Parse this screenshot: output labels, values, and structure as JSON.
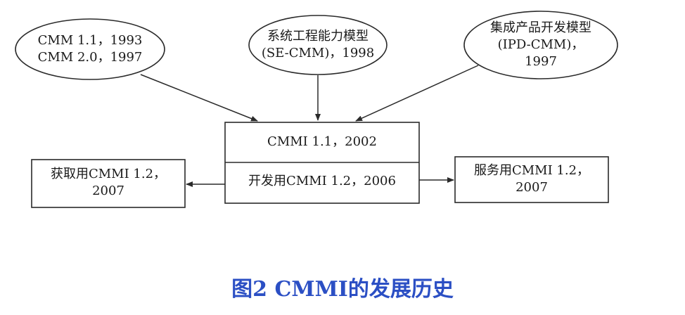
{
  "diagram": {
    "sources": [
      {
        "id": "cmm",
        "lines": [
          "CMM 1.1，1993",
          "CMM 2.0，1997"
        ]
      },
      {
        "id": "se-cmm",
        "lines": [
          "系统工程能力模型",
          "(SE-CMM)，1998"
        ]
      },
      {
        "id": "ipd-cmm",
        "lines": [
          "集成产品开发模型",
          "(IPD-CMM)，",
          "1997"
        ]
      }
    ],
    "center": {
      "top_label": "CMMI 1.1，2002",
      "bottom_label": "开发用CMMI 1.2，2006"
    },
    "branches": {
      "left": {
        "lines": [
          "获取用CMMI 1.2，",
          "2007"
        ]
      },
      "right": {
        "lines": [
          "服务用CMMI 1.2，",
          "2007"
        ]
      }
    }
  },
  "caption": "图2 CMMI的发展历史",
  "colors": {
    "line": "#2a2a2a",
    "caption": "#2b4fc4"
  }
}
